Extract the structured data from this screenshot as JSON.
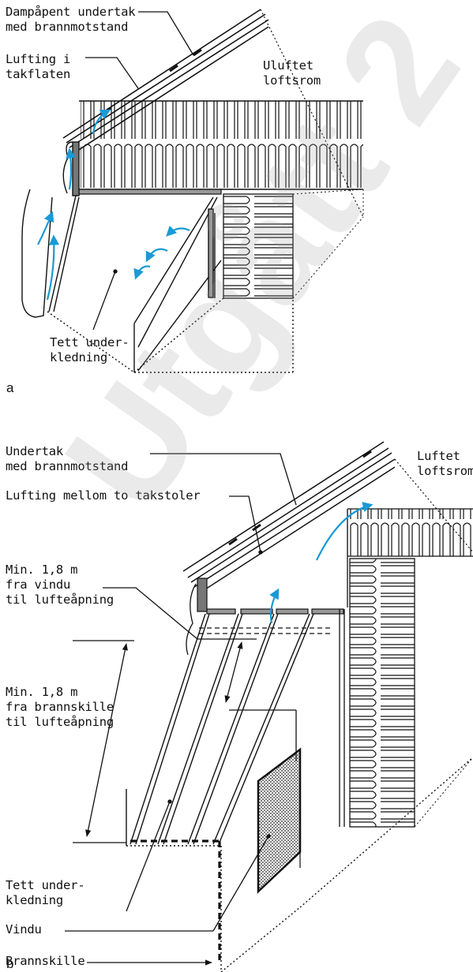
{
  "figure_a": {
    "tag": "a",
    "labels": {
      "dampapent": "Dampåpent undertak\nmed brannmotstand",
      "lufting_takflaten": "Lufting i\ntakflaten",
      "uluftet": "Uluftet\nloftsrom",
      "tett": "Tett under-\nkledning"
    }
  },
  "figure_b": {
    "tag": "b",
    "labels": {
      "undertak": "Undertak\nmed brannmotstand",
      "luftet": "Luftet\nloftsrom",
      "lufting_mellom": "Lufting mellom to takstoler",
      "min_vindu": "Min. 1,8 m\nfra vindu\ntil lufteåpning",
      "min_brannskille": "Min. 1,8 m\nfra brannskille\ntil lufteåpning",
      "tett": "Tett under-\nkledning",
      "vindu": "Vindu",
      "brannskille": "Brannskille"
    }
  },
  "watermark": "Utgått 2",
  "colors": {
    "airflow": "#1a9ad6",
    "line": "#111111",
    "watermark": "#9a9a9a"
  }
}
